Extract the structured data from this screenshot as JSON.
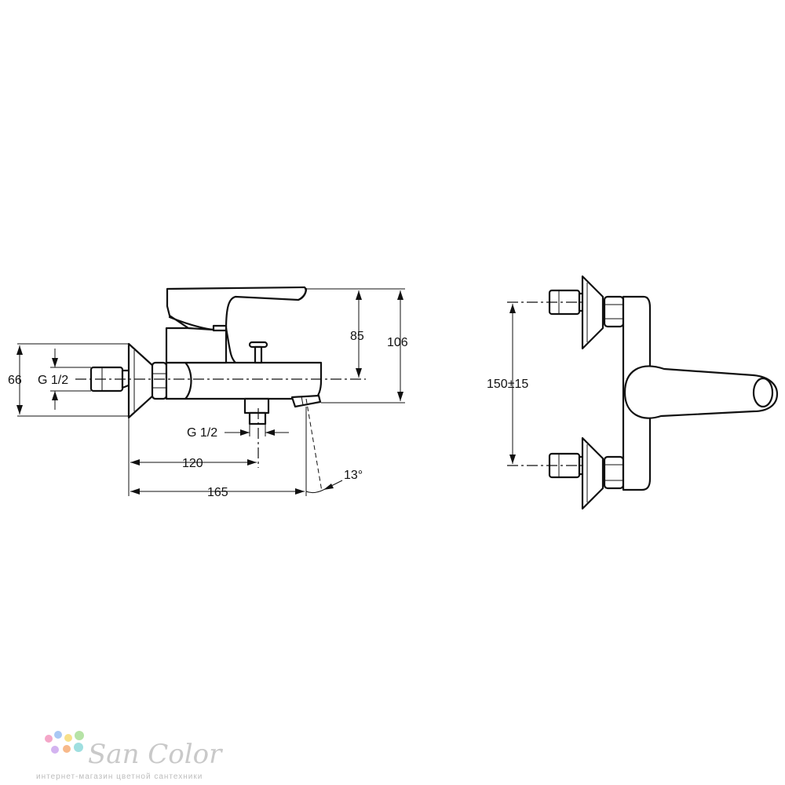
{
  "side_view": {
    "dim_height_total": "106",
    "dim_height_handle": "85",
    "dim_inlet_spacing": "66",
    "dim_inlet_thread": "G 1/2",
    "dim_outlet_thread": "G 1/2",
    "dim_outlet_offset": "120",
    "dim_spout_length": "165",
    "dim_spout_angle": "13°"
  },
  "front_view": {
    "dim_inlet_centers": "150±15"
  },
  "watermark": {
    "brand": "San Color",
    "tagline": "интернет-магазин цветной сантехники",
    "dot_colors": [
      "#f4a6c8",
      "#a9c8f4",
      "#f7e08a",
      "#b6e3a6",
      "#d3b3f0",
      "#f7b98a",
      "#9fdfe0"
    ]
  }
}
